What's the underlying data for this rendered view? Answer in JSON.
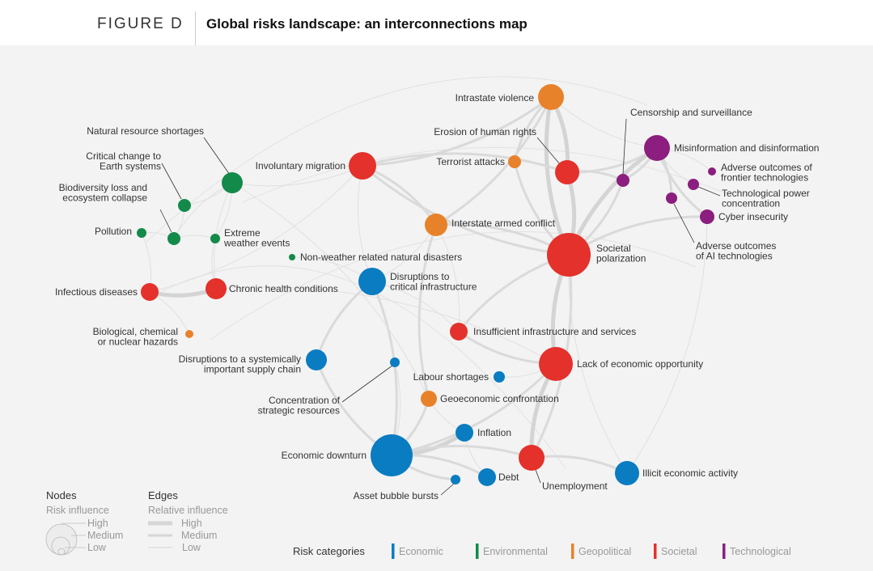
{
  "header": {
    "figure_label": "FIGURE D",
    "title": "Global risks landscape: an interconnections map"
  },
  "categories": [
    {
      "name": "Economic",
      "color": "#0a7cc1"
    },
    {
      "name": "Environmental",
      "color": "#138a4a"
    },
    {
      "name": "Geopolitical",
      "color": "#e8822a"
    },
    {
      "name": "Societal",
      "color": "#e4312b"
    },
    {
      "name": "Technological",
      "color": "#8b1e7e"
    }
  ],
  "nodes": [
    {
      "lines": [
        "Intrastate violence"
      ],
      "cat": 2,
      "influence": 0.6
    },
    {
      "lines": [
        "Censorship and surveillance"
      ],
      "cat": 4,
      "influence": 0.3
    },
    {
      "lines": [
        "Erosion of human rights"
      ],
      "cat": 3,
      "influence": 0.55
    },
    {
      "lines": [
        "Misinformation and disinformation"
      ],
      "cat": 4,
      "influence": 0.6
    },
    {
      "lines": [
        "Terrorist attacks"
      ],
      "cat": 2,
      "influence": 0.3
    },
    {
      "lines": [
        "Involuntary migration"
      ],
      "cat": 3,
      "influence": 0.65
    },
    {
      "lines": [
        "Adverse outcomes of",
        "frontier technologies"
      ],
      "cat": 4,
      "influence": 0.18
    },
    {
      "lines": [
        "Technological power",
        "concentration"
      ],
      "cat": 4,
      "influence": 0.25
    },
    {
      "lines": [
        "Adverse outcomes",
        "of AI technologies"
      ],
      "cat": 4,
      "influence": 0.25
    },
    {
      "lines": [
        "Cyber insecurity"
      ],
      "cat": 4,
      "influence": 0.33
    },
    {
      "lines": [
        "Interstate armed conflict"
      ],
      "cat": 2,
      "influence": 0.5
    },
    {
      "lines": [
        "Societal",
        "polarization"
      ],
      "cat": 3,
      "influence": 1.0
    },
    {
      "lines": [
        "Natural resource shortages"
      ],
      "cat": 1,
      "influence": 0.48
    },
    {
      "lines": [
        "Critical change to",
        "Earth systems"
      ],
      "cat": 1,
      "influence": 0.3
    },
    {
      "lines": [
        "Biodiversity loss and",
        "ecosystem collapse"
      ],
      "cat": 1,
      "influence": 0.3
    },
    {
      "lines": [
        "Pollution"
      ],
      "cat": 1,
      "influence": 0.22
    },
    {
      "lines": [
        "Extreme",
        "weather events"
      ],
      "cat": 1,
      "influence": 0.22
    },
    {
      "lines": [
        "Non-weather related natural disasters"
      ],
      "cat": 1,
      "influence": 0.15
    },
    {
      "lines": [
        "Infectious diseases"
      ],
      "cat": 3,
      "influence": 0.4
    },
    {
      "lines": [
        "Chronic health conditions"
      ],
      "cat": 3,
      "influence": 0.48
    },
    {
      "lines": [
        "Disruptions to",
        "critical infrastructure"
      ],
      "cat": 0,
      "influence": 0.63
    },
    {
      "lines": [
        "Biological, chemical",
        "or nuclear hazards"
      ],
      "cat": 2,
      "influence": 0.18
    },
    {
      "lines": [
        "Insufficient infrastructure and services"
      ],
      "cat": 3,
      "influence": 0.4
    },
    {
      "lines": [
        "Disruptions to a systemically",
        "important supply chain"
      ],
      "cat": 0,
      "influence": 0.48
    },
    {
      "lines": [
        "Lack of economic opportunity"
      ],
      "cat": 3,
      "influence": 0.78
    },
    {
      "lines": [
        "Concentration of",
        "strategic resources"
      ],
      "cat": 0,
      "influence": 0.22
    },
    {
      "lines": [
        "Labour shortages"
      ],
      "cat": 0,
      "influence": 0.26
    },
    {
      "lines": [
        "Geoeconomic confrontation"
      ],
      "cat": 2,
      "influence": 0.37
    },
    {
      "lines": [
        "Inflation"
      ],
      "cat": 0,
      "influence": 0.4
    },
    {
      "lines": [
        "Economic downturn"
      ],
      "cat": 0,
      "influence": 0.96
    },
    {
      "lines": [
        "Unemployment"
      ],
      "cat": 3,
      "influence": 0.6
    },
    {
      "lines": [
        "Illicit economic activity"
      ],
      "cat": 0,
      "influence": 0.55
    },
    {
      "lines": [
        "Debt"
      ],
      "cat": 0,
      "influence": 0.4
    },
    {
      "lines": [
        "Asset bubble bursts"
      ],
      "cat": 0,
      "influence": 0.22
    }
  ],
  "edges": [
    [
      0,
      2,
      3
    ],
    [
      0,
      11,
      3
    ],
    [
      0,
      5,
      2
    ],
    [
      0,
      4,
      2
    ],
    [
      0,
      10,
      2
    ],
    [
      0,
      3,
      1
    ],
    [
      2,
      11,
      3
    ],
    [
      2,
      3,
      2
    ],
    [
      2,
      1,
      2
    ],
    [
      3,
      11,
      3
    ],
    [
      3,
      1,
      2
    ],
    [
      3,
      9,
      2
    ],
    [
      3,
      8,
      2
    ],
    [
      3,
      7,
      1
    ],
    [
      3,
      6,
      1
    ],
    [
      5,
      11,
      2
    ],
    [
      5,
      10,
      2
    ],
    [
      5,
      0,
      2
    ],
    [
      5,
      12,
      1
    ],
    [
      5,
      20,
      1
    ],
    [
      5,
      2,
      2
    ],
    [
      4,
      11,
      2
    ],
    [
      10,
      11,
      2
    ],
    [
      10,
      27,
      2
    ],
    [
      10,
      22,
      1
    ],
    [
      11,
      24,
      3
    ],
    [
      11,
      30,
      2
    ],
    [
      11,
      22,
      2
    ],
    [
      12,
      13,
      1
    ],
    [
      12,
      14,
      1
    ],
    [
      12,
      16,
      1
    ],
    [
      12,
      19,
      1
    ],
    [
      13,
      14,
      1
    ],
    [
      14,
      15,
      1
    ],
    [
      14,
      16,
      1
    ],
    [
      16,
      19,
      1
    ],
    [
      15,
      18,
      1
    ],
    [
      18,
      19,
      3
    ],
    [
      19,
      24,
      1
    ],
    [
      18,
      5,
      1
    ],
    [
      20,
      29,
      2
    ],
    [
      20,
      23,
      2
    ],
    [
      20,
      22,
      1
    ],
    [
      23,
      29,
      2
    ],
    [
      24,
      29,
      2
    ],
    [
      24,
      30,
      3
    ],
    [
      24,
      26,
      1
    ],
    [
      29,
      28,
      3
    ],
    [
      29,
      32,
      2
    ],
    [
      29,
      33,
      2
    ],
    [
      29,
      30,
      2
    ],
    [
      28,
      32,
      1
    ],
    [
      27,
      29,
      2
    ],
    [
      27,
      28,
      1
    ],
    [
      30,
      31,
      2
    ],
    [
      22,
      24,
      2
    ],
    [
      25,
      29,
      1
    ],
    [
      31,
      9,
      1
    ],
    [
      31,
      11,
      1
    ],
    [
      20,
      10,
      1
    ],
    [
      17,
      20,
      1
    ],
    [
      21,
      18,
      1
    ],
    [
      12,
      27,
      1
    ],
    [
      9,
      11,
      2
    ],
    [
      1,
      11,
      2
    ]
  ],
  "legend": {
    "nodes_title": "Nodes",
    "nodes_subtitle": "Risk influence",
    "edges_title": "Edges",
    "edges_subtitle": "Relative influence",
    "levels": [
      "High",
      "Medium",
      "Low"
    ],
    "categories_title": "Risk categories"
  }
}
